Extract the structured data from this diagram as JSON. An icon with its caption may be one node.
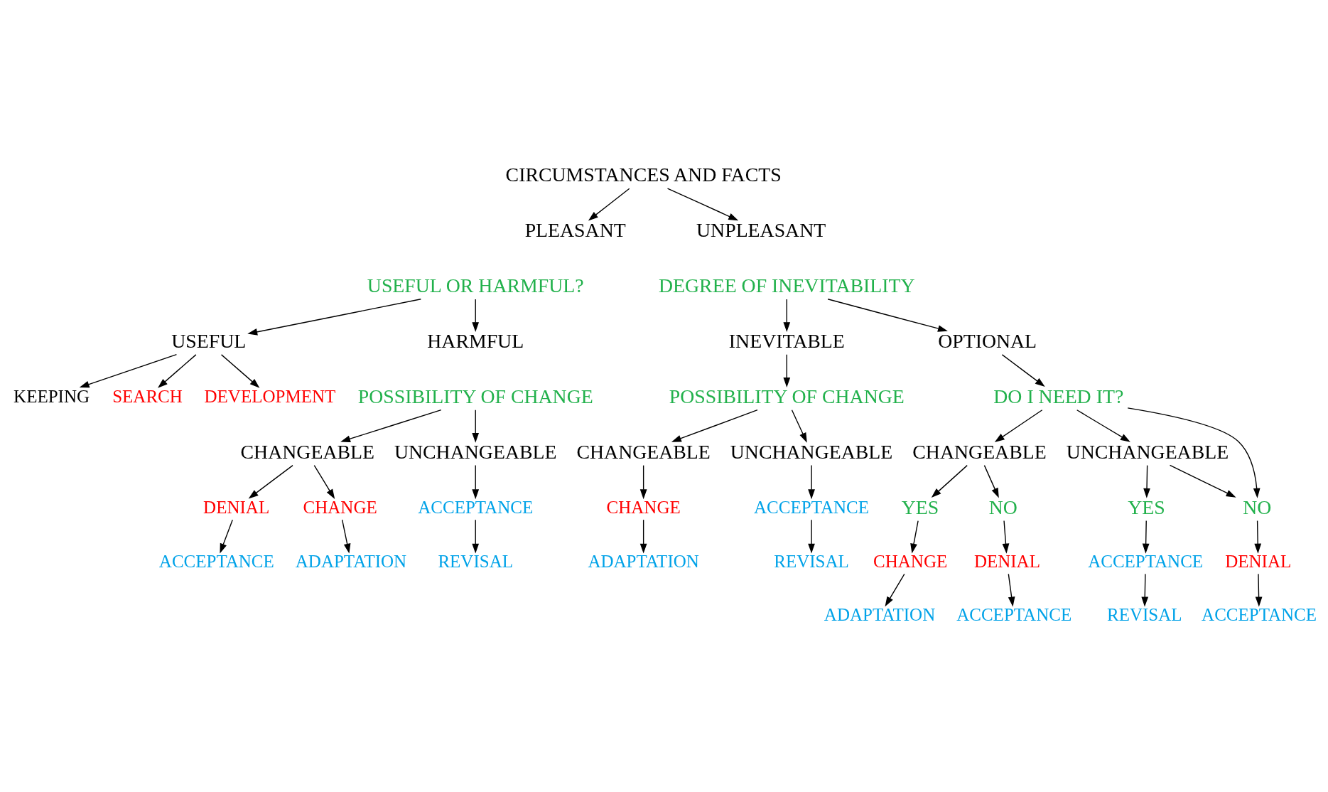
{
  "diagram": {
    "nodes": [
      {
        "text": [
          "CIRCUMSTANCES AND FACTS"
        ]
      },
      {
        "text": [
          "PLEASANT"
        ]
      },
      {
        "text": [
          "UNPLEASANT"
        ]
      },
      {
        "text": [
          "USEFUL OR HARMFUL?"
        ]
      },
      {
        "text": [
          "DEGREE OF INEVITABILITY"
        ]
      },
      {
        "text": [
          "USEFUL"
        ]
      },
      {
        "text": [
          "HARMFUL"
        ]
      },
      {
        "text": [
          "INEVITABLE"
        ]
      },
      {
        "text": [
          "OPTIONAL"
        ]
      },
      {
        "text": [
          "POSSIBILITY OF CHANGE"
        ]
      },
      {
        "text": [
          "KEEPING"
        ]
      },
      {
        "text": [
          "SEARCH"
        ]
      },
      {
        "text": [
          "DEVELOPMENT"
        ]
      },
      {
        "text": [
          "POSSIBILITY OF CHANGE"
        ]
      },
      {
        "text": [
          "DO I NEED IT?"
        ]
      },
      {
        "text": [
          "CHANGEABLE"
        ]
      },
      {
        "text": [
          "UNCHANGEABLE"
        ]
      },
      {
        "text": [
          "CHANGEABLE"
        ]
      },
      {
        "text": [
          "UNCHANGEABLE"
        ]
      },
      {
        "text": [
          "CHANGEABLE"
        ]
      },
      {
        "text": [
          "UNCHANGEABLE"
        ]
      },
      {
        "text": [
          "DENIAL"
        ]
      },
      {
        "text": [
          "CHANGE"
        ]
      },
      {
        "text": [
          "ACCEPTANCE"
        ]
      },
      {
        "text": [
          "CHANGE"
        ]
      },
      {
        "text": [
          "ACCEPTANCE"
        ]
      },
      {
        "text": [
          "YES"
        ]
      },
      {
        "text": [
          "NO"
        ]
      },
      {
        "text": [
          "YES"
        ]
      },
      {
        "text": [
          "NO"
        ]
      },
      {
        "text": [
          "ACCEPTANCE"
        ]
      },
      {
        "text": [
          "ADAPTATION"
        ]
      },
      {
        "text": [
          "REVISAL"
        ]
      },
      {
        "text": [
          "ADAPTATION"
        ]
      },
      {
        "text": [
          "REVISAL"
        ]
      },
      {
        "text": [
          "CHANGE"
        ]
      },
      {
        "text": [
          "DENIAL"
        ]
      },
      {
        "text": [
          "ACCEPTANCE"
        ]
      },
      {
        "text": [
          "DENIAL"
        ]
      },
      {
        "text": [
          "ADAPTATION"
        ]
      },
      {
        "text": [
          "ACCEPTANCE"
        ]
      },
      {
        "text": [
          "REVISAL"
        ]
      },
      {
        "text": [
          "ACCEPTANCE"
        ]
      }
    ],
    "edges": [
      {
        "from": 0,
        "to": 1,
        "arrow": "to"
      },
      {
        "from": 0,
        "to": 2,
        "arrow": "to"
      },
      {
        "from": 3,
        "to": 5,
        "arrow": "to"
      },
      {
        "from": 3,
        "to": 6,
        "arrow": "to"
      },
      {
        "from": 4,
        "to": 7,
        "arrow": "to"
      },
      {
        "from": 4,
        "to": 8,
        "arrow": "to"
      },
      {
        "from": 5,
        "to": 10,
        "arrow": "to"
      },
      {
        "from": 5,
        "to": 11,
        "arrow": "to"
      },
      {
        "from": 5,
        "to": 12,
        "arrow": "to"
      },
      {
        "from": 9,
        "to": 17,
        "arrow": "to"
      },
      {
        "from": 9,
        "to": 18,
        "arrow": "to"
      },
      {
        "from": 7,
        "to": 13,
        "arrow": "to"
      },
      {
        "from": 8,
        "to": 14,
        "arrow": "to"
      },
      {
        "from": 13,
        "to": 15,
        "arrow": "to"
      },
      {
        "from": 13,
        "to": 16,
        "arrow": "to"
      },
      {
        "from": 14,
        "to": 19,
        "arrow": "to"
      },
      {
        "from": 14,
        "to": 20,
        "arrow": "to"
      },
      {
        "from": 14,
        "to": 29,
        "arrow": "to"
      },
      {
        "from": 17,
        "to": 21,
        "arrow": "to"
      },
      {
        "from": 17,
        "to": 22,
        "arrow": "to"
      },
      {
        "from": 18,
        "to": 23,
        "arrow": "to"
      },
      {
        "from": 15,
        "to": 24,
        "arrow": "to"
      },
      {
        "from": 16,
        "to": 25,
        "arrow": "to"
      },
      {
        "from": 19,
        "to": 26,
        "arrow": "to"
      },
      {
        "from": 19,
        "to": 27,
        "arrow": "to"
      },
      {
        "from": 20,
        "to": 28,
        "arrow": "to"
      },
      {
        "from": 20,
        "to": 29,
        "arrow": "to"
      },
      {
        "from": 21,
        "to": 30,
        "arrow": "to"
      },
      {
        "from": 22,
        "to": 31,
        "arrow": "to"
      },
      {
        "from": 23,
        "to": 32,
        "arrow": "to"
      },
      {
        "from": 24,
        "to": 33,
        "arrow": "to"
      },
      {
        "from": 25,
        "to": 34,
        "arrow": "to"
      },
      {
        "from": 26,
        "to": 35,
        "arrow": "to"
      },
      {
        "from": 27,
        "to": 36,
        "arrow": "to"
      },
      {
        "from": 28,
        "to": 37,
        "arrow": "to"
      },
      {
        "from": 29,
        "to": 38,
        "arrow": "to"
      },
      {
        "from": 35,
        "to": 39,
        "arrow": "to"
      },
      {
        "from": 36,
        "to": 40,
        "arrow": "to"
      },
      {
        "from": 37,
        "to": 41,
        "arrow": "to"
      },
      {
        "from": 38,
        "to": 42,
        "arrow": "to"
      }
    ]
  }
}
